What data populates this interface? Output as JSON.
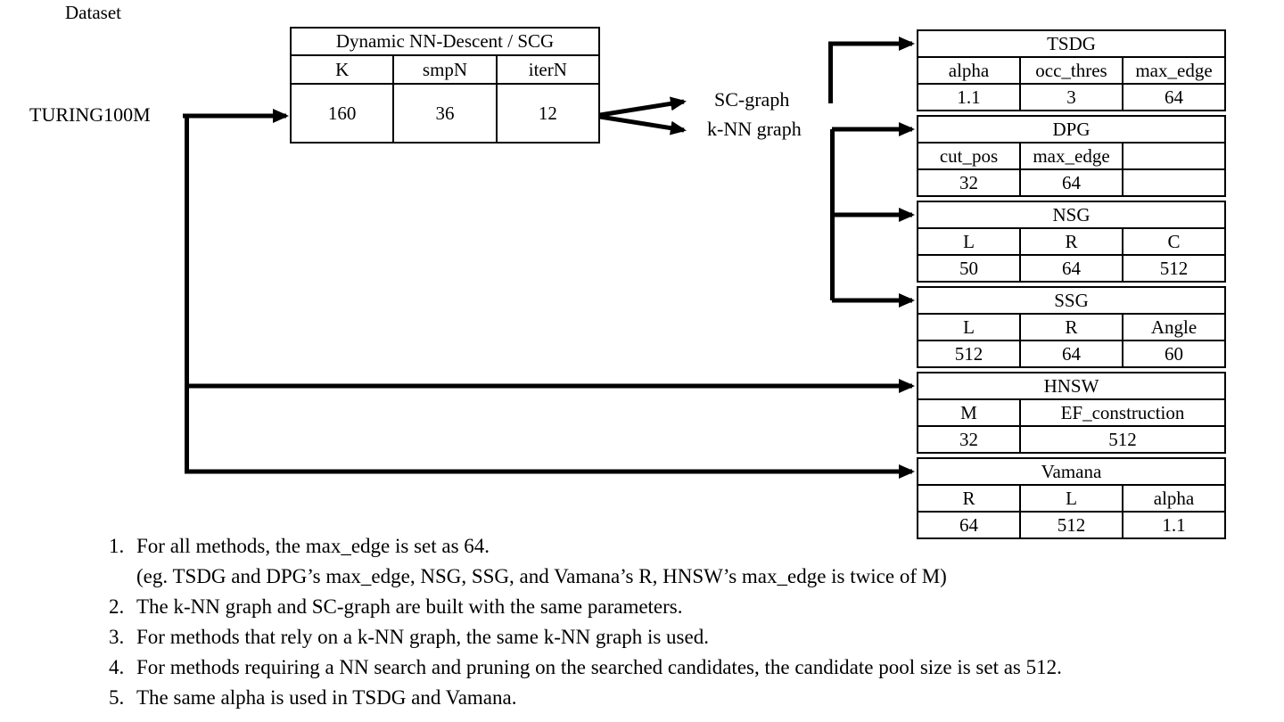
{
  "colors": {
    "ink": "#000000",
    "background": "#ffffff"
  },
  "dataset": {
    "label": "Dataset",
    "name": "TURING100M"
  },
  "build_table": {
    "title": "Dynamic NN-Descent / SCG",
    "headers": [
      "K",
      "smpN",
      "iterN"
    ],
    "values": [
      "160",
      "36",
      "12"
    ]
  },
  "graphs": {
    "sc_label": "SC-graph",
    "knn_label": "k-NN graph"
  },
  "methods": [
    {
      "title": "TSDG",
      "headers": [
        "alpha",
        "occ_thres",
        "max_edge"
      ],
      "values": [
        "1.1",
        "3",
        "64"
      ]
    },
    {
      "title": "DPG",
      "headers": [
        "cut_pos",
        "max_edge",
        ""
      ],
      "values": [
        "32",
        "64",
        ""
      ]
    },
    {
      "title": "NSG",
      "headers": [
        "L",
        "R",
        "C"
      ],
      "values": [
        "50",
        "64",
        "512"
      ]
    },
    {
      "title": "SSG",
      "headers": [
        "L",
        "R",
        "Angle"
      ],
      "values": [
        "512",
        "64",
        "60"
      ]
    },
    {
      "title": "HNSW",
      "headers": [
        "M",
        "EF_construction"
      ],
      "values": [
        "32",
        "512"
      ]
    },
    {
      "title": "Vamana",
      "headers": [
        "R",
        "L",
        "alpha"
      ],
      "values": [
        "64",
        "512",
        "1.1"
      ]
    }
  ],
  "notes": [
    {
      "num": "1.",
      "lines": [
        "For all methods, the max_edge is set as 64.",
        "(eg. TSDG and DPG’s max_edge, NSG, SSG, and Vamana’s R, HNSW’s max_edge is twice of M)"
      ]
    },
    {
      "num": "2.",
      "lines": [
        "The k-NN graph and SC-graph are built with the same parameters."
      ]
    },
    {
      "num": "3.",
      "lines": [
        "For methods that rely on a k-NN graph, the same k-NN graph is used."
      ]
    },
    {
      "num": "4.",
      "lines": [
        "For methods requiring a NN search and pruning on the searched candidates, the candidate pool size is set as 512."
      ]
    },
    {
      "num": "5.",
      "lines": [
        "The same alpha is used in TSDG and Vamana."
      ]
    }
  ]
}
